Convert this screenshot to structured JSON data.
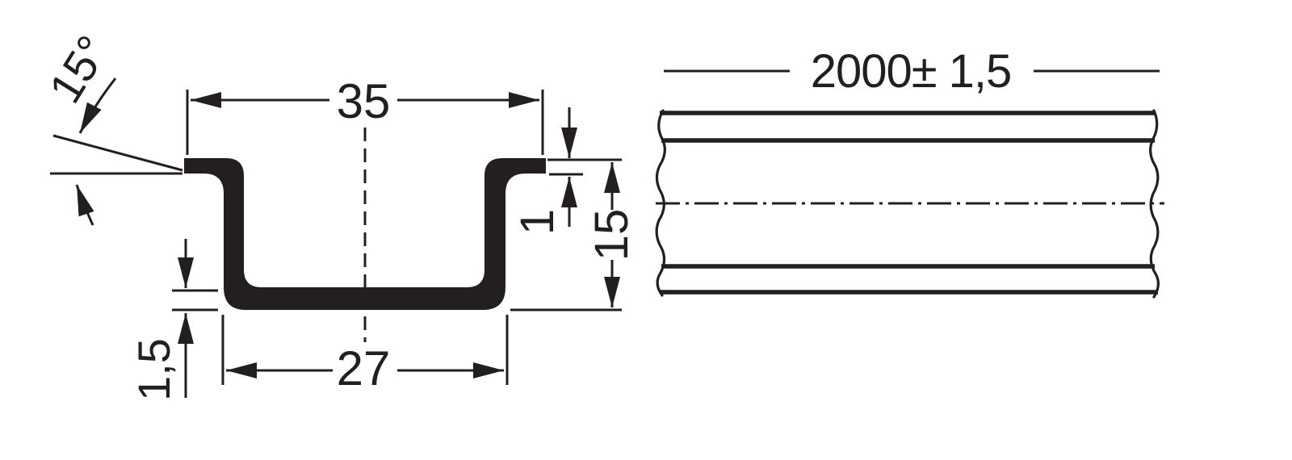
{
  "colors": {
    "ink": "#231f20",
    "background": "#ffffff"
  },
  "cross_section": {
    "angle_label": "15°",
    "top_width_label": "35",
    "lip_thickness_label": "1",
    "height_label": "15",
    "base_thickness_label": "1,5",
    "bottom_width_label": "27"
  },
  "side_view": {
    "length_label": "2000± 1,5"
  }
}
